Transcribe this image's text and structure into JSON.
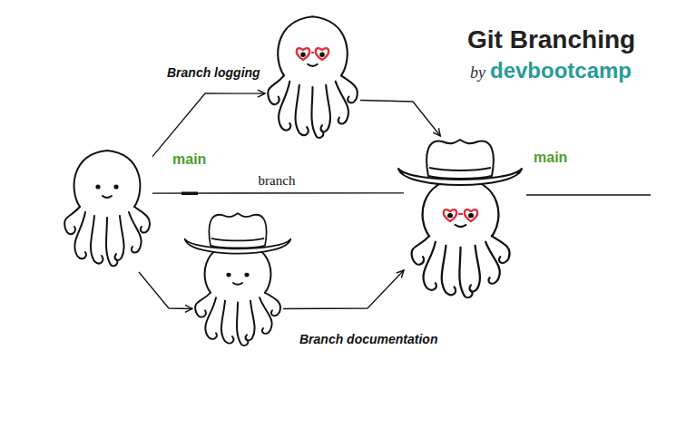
{
  "diagram": {
    "title": "Git Branching",
    "nodes": [
      {
        "text": [
          "main"
        ]
      },
      {
        "text": [
          "Branch logging"
        ]
      },
      {
        "text": [
          "Branch documentation"
        ]
      },
      {
        "text": [
          "main"
        ]
      }
    ],
    "edges": [
      {
        "from": 0,
        "to": 1,
        "arrow": "to"
      },
      {
        "from": 1,
        "to": 3,
        "arrow": "to"
      },
      {
        "from": 0,
        "to": 2,
        "arrow": "to"
      },
      {
        "from": 2,
        "to": 3,
        "arrow": "to"
      },
      {
        "from": 0,
        "to": 3,
        "arrow": "none",
        "label": "branch"
      }
    ],
    "labels": [
      "by",
      "devbootcamp"
    ]
  }
}
